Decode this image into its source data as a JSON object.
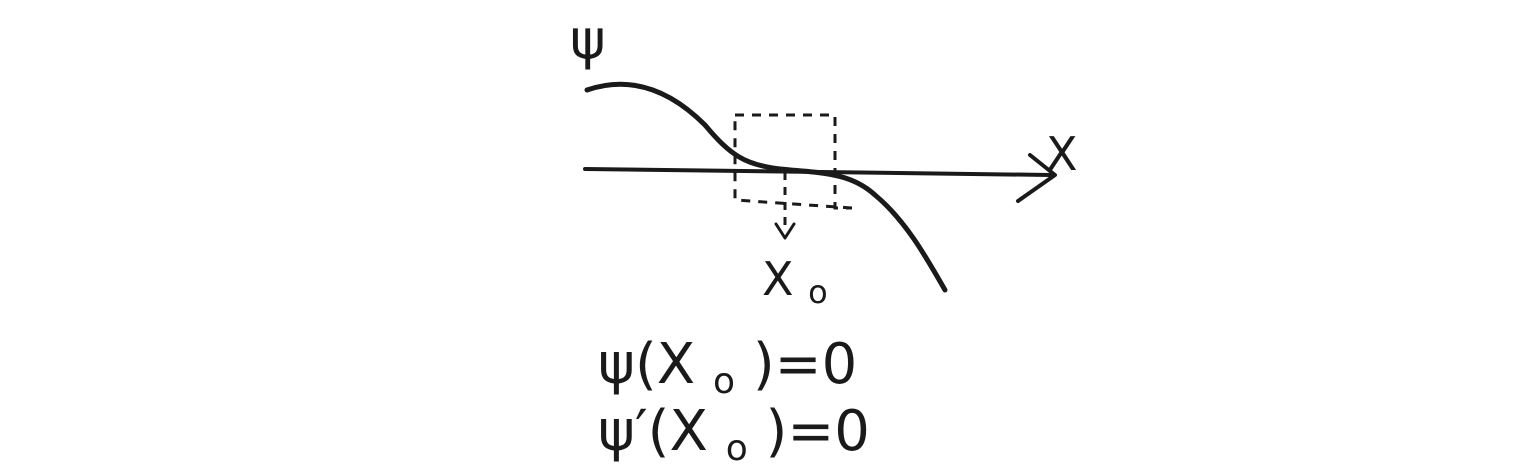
{
  "figure": {
    "y_axis_label": "ψ",
    "x_axis_label": "X",
    "point_label_main": "X",
    "point_label_sub": "o"
  },
  "equations": [
    {
      "lhs": "ψ(X",
      "sub": "o",
      "rhs": ")=0"
    },
    {
      "lhs": "ψ′(X",
      "sub": "o",
      "rhs": ")=0"
    }
  ],
  "colors": {
    "ink": "#1a1a1a",
    "background": "#ffffff"
  }
}
